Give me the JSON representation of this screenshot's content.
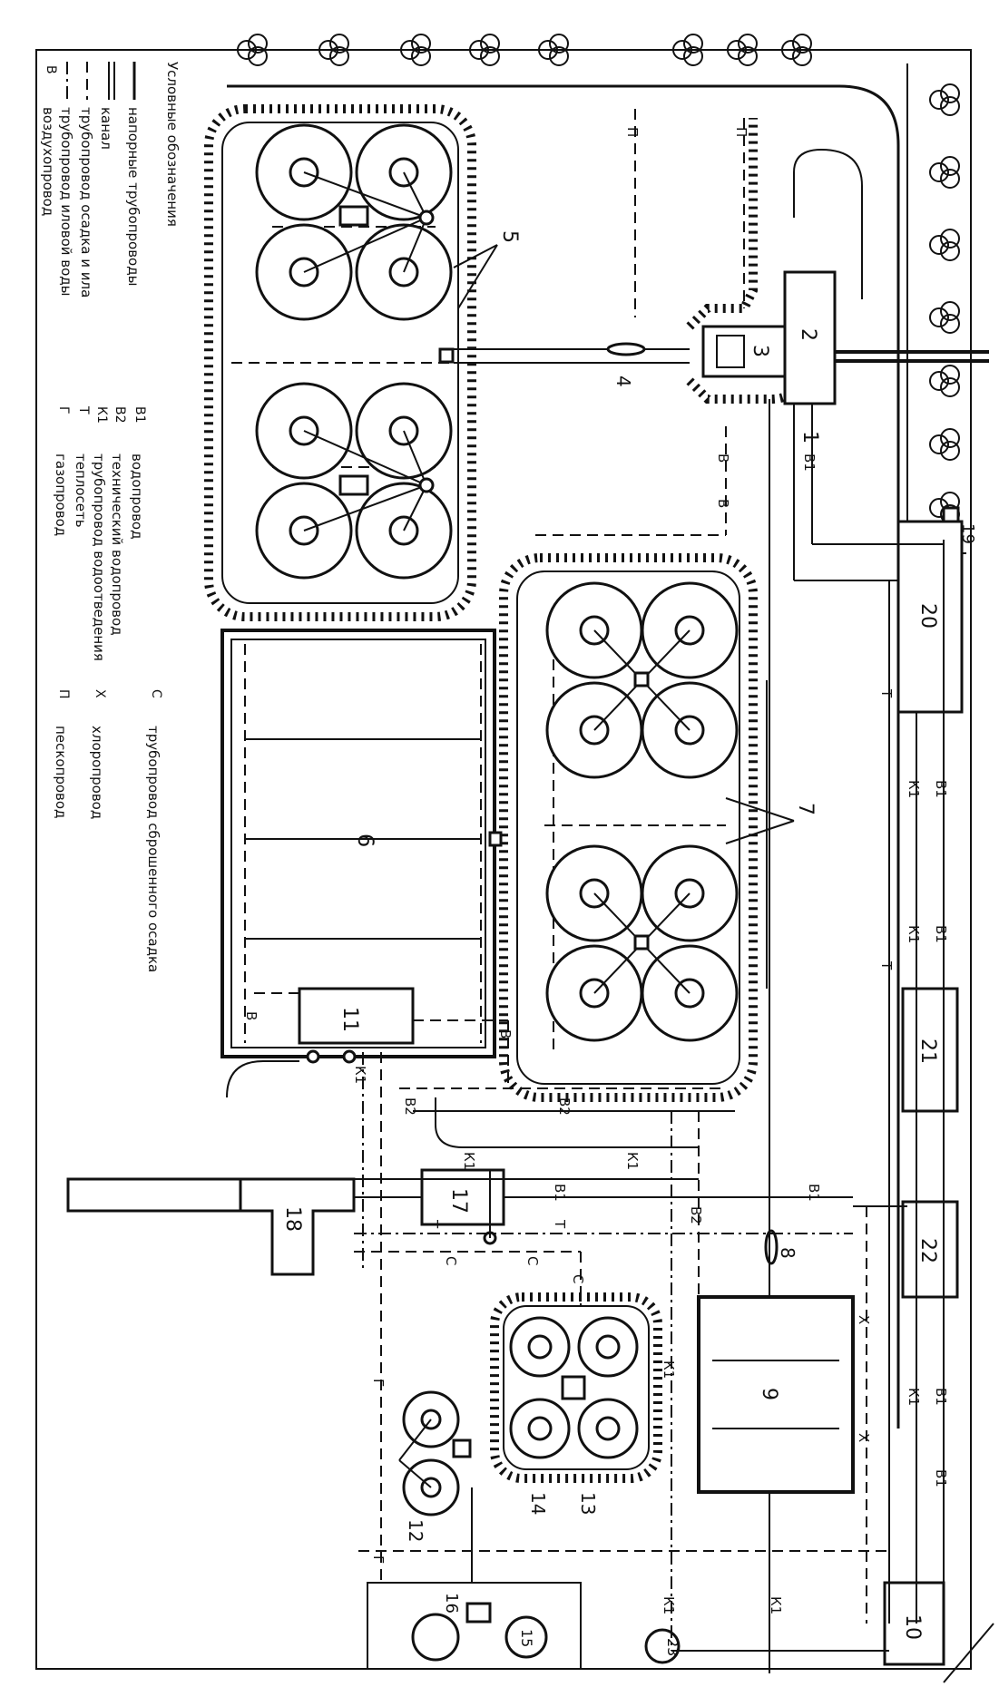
{
  "legend": {
    "title": "Условные обозначения",
    "items": [
      {
        "code": "",
        "text": "напорные трубопроводы"
      },
      {
        "code": "",
        "text": "канал"
      },
      {
        "code": "",
        "text": "трубопровод осадка и ила"
      },
      {
        "code": "",
        "text": "трубопровод иловой воды"
      },
      {
        "code": "В",
        "text": "воздухопровод"
      },
      {
        "code": "В1",
        "text": "водопровод"
      },
      {
        "code": "В2",
        "text": "технический водопровод"
      },
      {
        "code": "К1",
        "text": "трубопровод водоотведения"
      },
      {
        "code": "Т",
        "text": "теплосеть"
      },
      {
        "code": "Г",
        "text": "газопровод"
      },
      {
        "code": "С",
        "text": "трубопровод сброшенного осадка"
      },
      {
        "code": "Х",
        "text": "хлоропровод"
      },
      {
        "code": "П",
        "text": "пескопровод"
      }
    ]
  },
  "numbers": [
    "1",
    "2",
    "3",
    "4",
    "5",
    "6",
    "7",
    "8",
    "9",
    "10",
    "11",
    "12",
    "13",
    "14",
    "15",
    "16",
    "17",
    "18",
    "19",
    "20",
    "21",
    "22",
    "23"
  ],
  "pipe_codes": {
    "b1": "В1",
    "b2": "В2",
    "k1": "К1",
    "t": "Т",
    "v": "В",
    "g": "Г",
    "s": "С",
    "x": "Х",
    "p": "П"
  }
}
